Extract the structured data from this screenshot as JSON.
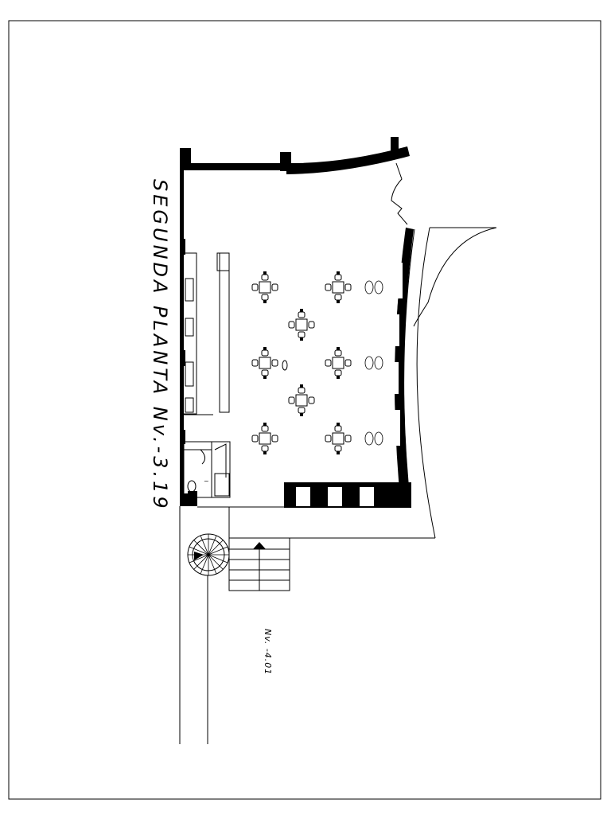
{
  "drawing": {
    "title": "SEGUNDA PLANTA Nv.-3.19",
    "level_label": "Nv. -4.01"
  },
  "colors": {
    "line": "#000000",
    "background": "#ffffff"
  },
  "symbols": {
    "tables_with_chairs": 8,
    "chair_pairs_near_window": 3,
    "spiral_stair": 1
  }
}
